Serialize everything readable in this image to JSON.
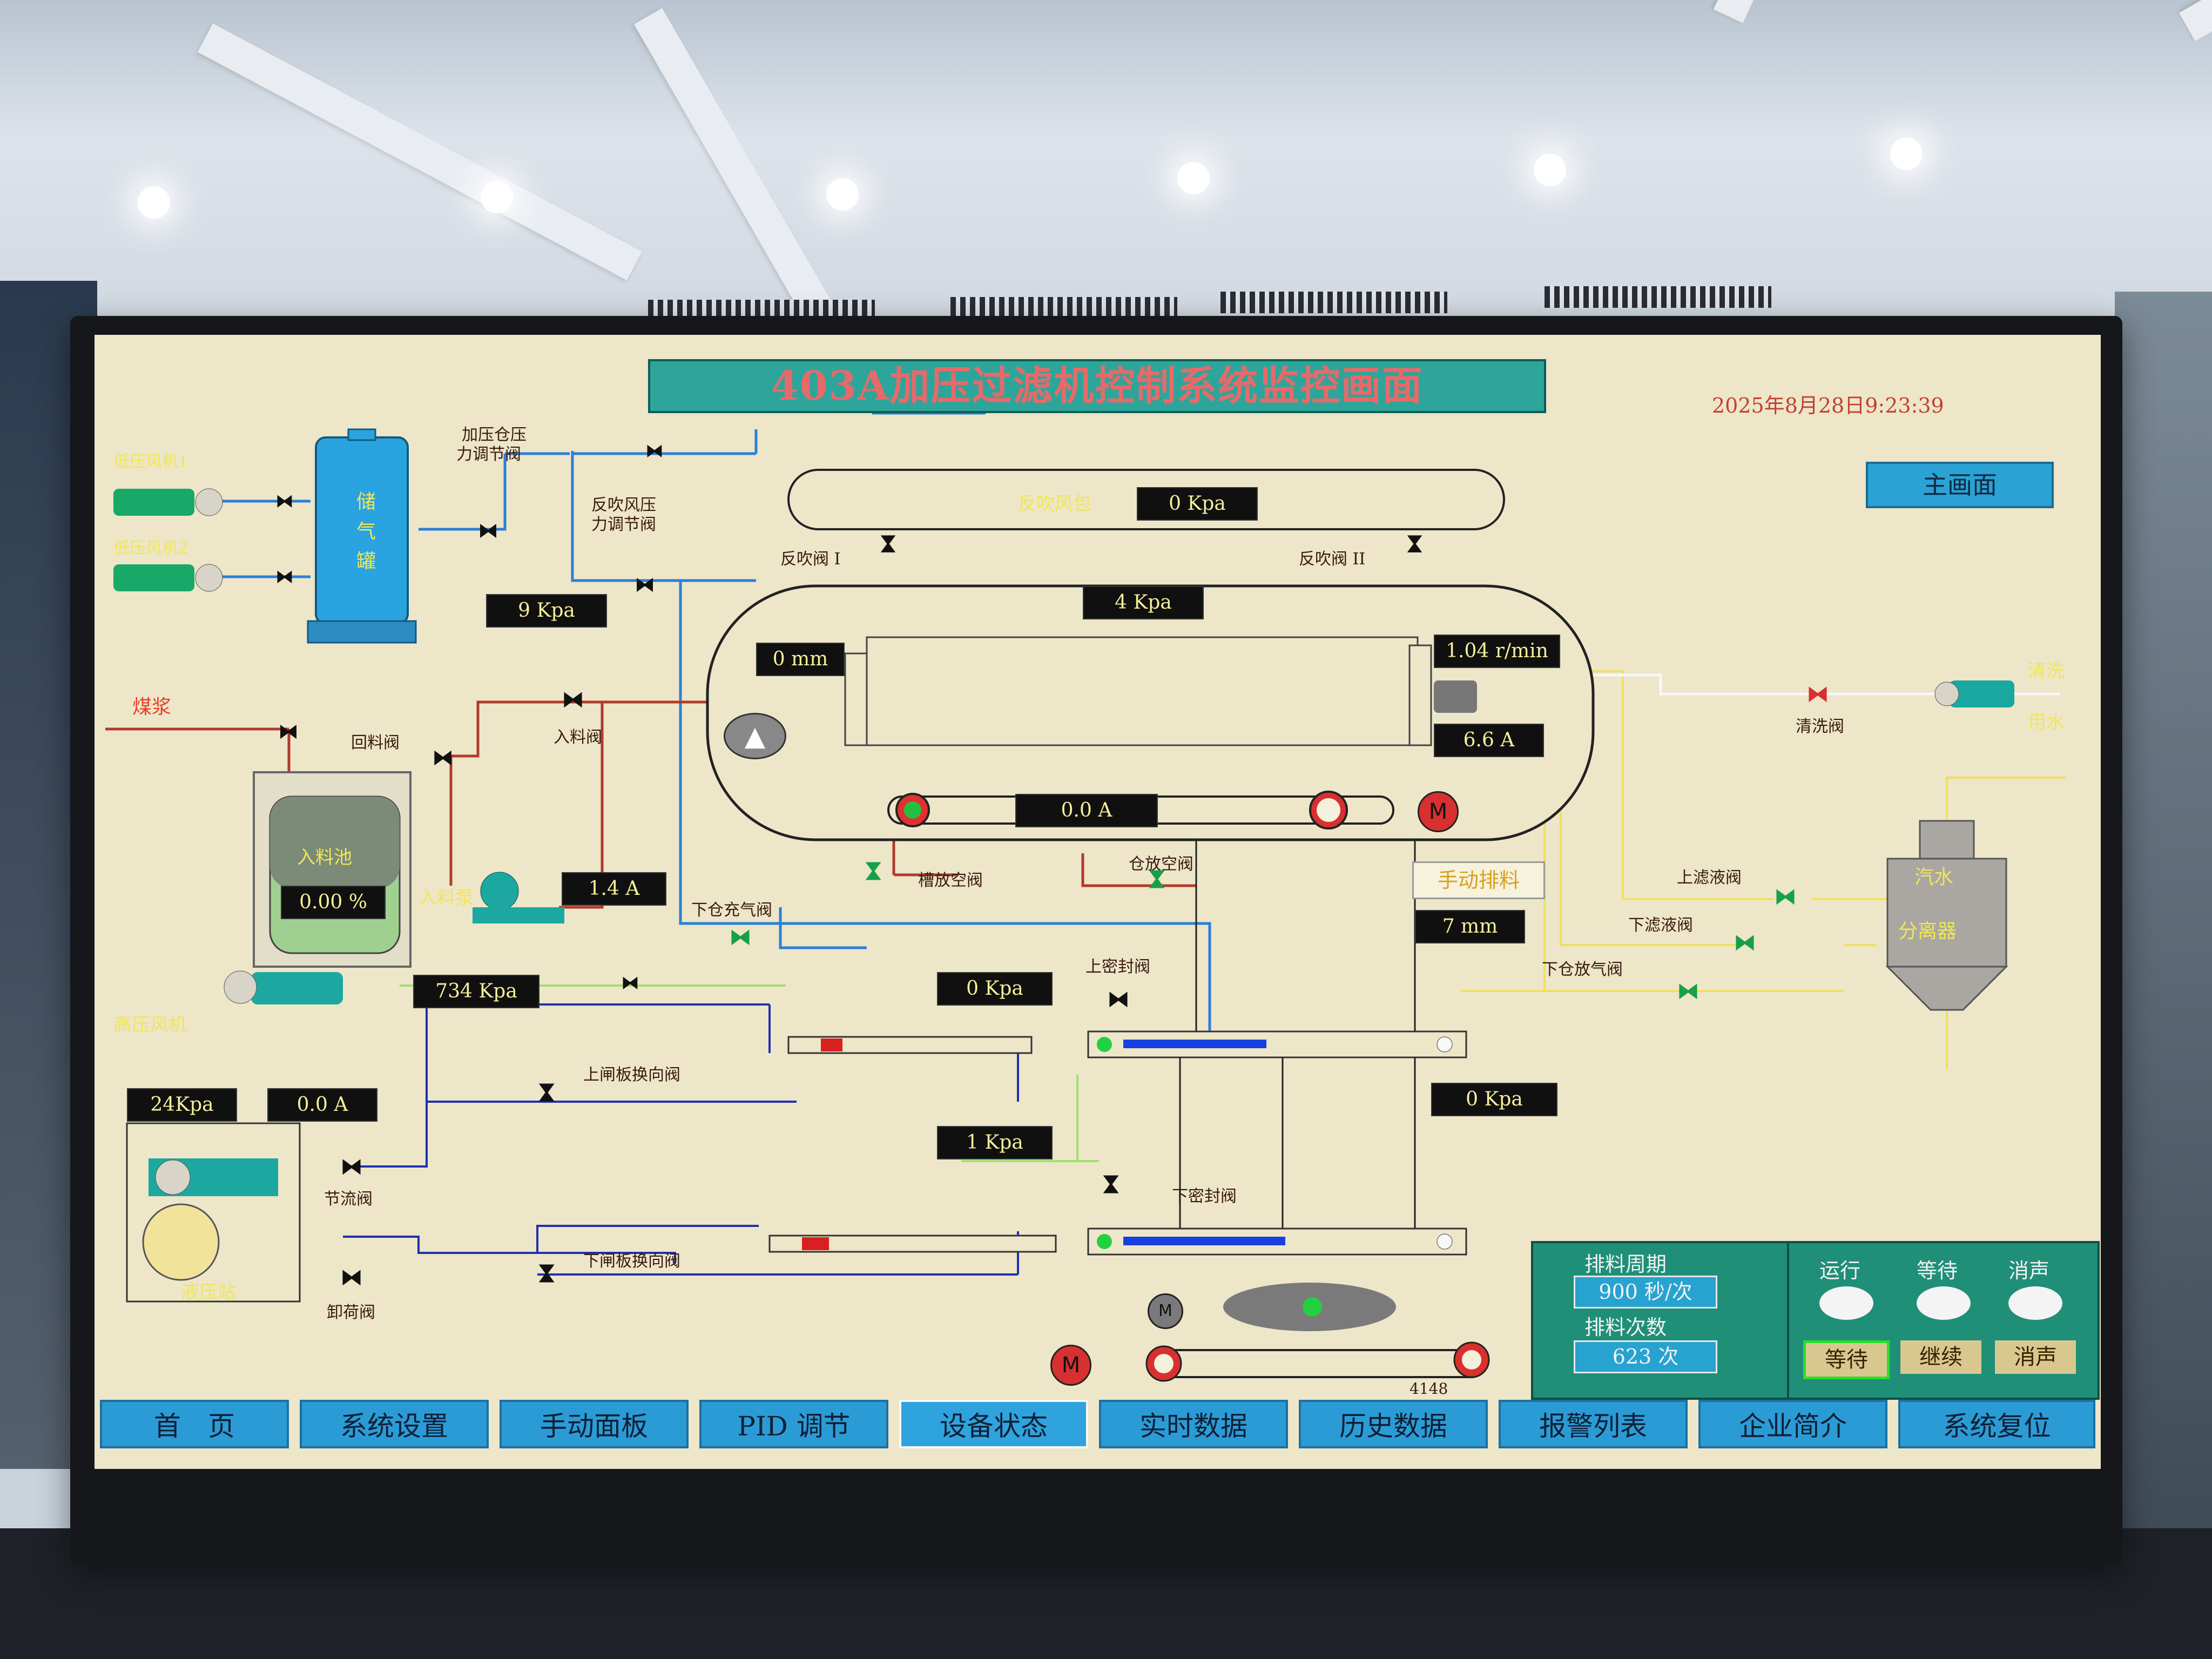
{
  "title": "403A加压过滤机控制系统监控画面",
  "datetime": "2025年8月28日9:23:39",
  "main_button": "主画面",
  "labels": {
    "fan1": "低压风机1",
    "fan2": "低压风机2",
    "tank": "储气罐",
    "tank_c1": "储",
    "tank_c2": "气",
    "tank_c3": "罐",
    "pressure_valve": "加压仓压力调节阀",
    "pressure_valve_l1": "加压仓压",
    "pressure_valve_l2": "力调节阀",
    "blow_valve_l1": "反吹风压",
    "blow_valve_l2": "力调节阀",
    "blow_tank": "反吹风包",
    "blow_valve1": "反吹阀 I",
    "blow_valve2": "反吹阀 II",
    "slurry": "煤浆",
    "return_valve": "回料阀",
    "inlet_valve": "入料阀",
    "inlet_pool": "入料池",
    "inlet_pump": "入料泵",
    "slot_drain": "槽放空阀",
    "bin_drain": "仓放空阀",
    "lower_fill": "下仓充气阀",
    "manual_discharge": "手动排料",
    "hp_fan": "高压风机",
    "upper_seal": "上密封阀",
    "upper_gate": "上闸板换向阀",
    "lower_gate": "下闸板换向阀",
    "lower_seal": "下密封阀",
    "throttle": "节流阀",
    "unload": "卸荷阀",
    "hydraulic": "液压站",
    "clean_valve": "清洗阀",
    "clean_water_1": "清洗",
    "clean_water_2": "用水",
    "upper_filtrate": "上滤液阀",
    "lower_filtrate": "下滤液阀",
    "lower_bin_drain": "下仓放气阀",
    "separator_1": "汽水",
    "separator_2": "分离器",
    "counter": "4148"
  },
  "readings": {
    "blow_tank": "0 Kpa",
    "tank_pressure": "9 Kpa",
    "chamber_pressure": "4 Kpa",
    "level": "0 mm",
    "speed": "1.04 r/min",
    "motor_current": "6.6 A",
    "belt_current": "0.0 A",
    "pump_current": "1.4 A",
    "pool_level": "0.00 %",
    "discharge_level": "7 mm",
    "hp_fan_pressure": "734 Kpa",
    "upper_lock": "0 Kpa",
    "lower_lock": "1 Kpa",
    "right_lock": "0 Kpa",
    "hyd_pressure": "24Kpa",
    "hyd_current": "0.0 A"
  },
  "panel": {
    "cycle_label": "排料周期",
    "cycle_value": "900 秒/次",
    "count_label": "排料次数",
    "count_value": "623 次",
    "run_label": "运行",
    "wait_label": "等待",
    "mute_label": "消声",
    "wait_button": "等待",
    "continue_button": "继续",
    "mute_button": "消声"
  },
  "nav": [
    {
      "label": "首　页"
    },
    {
      "label": "系统设置"
    },
    {
      "label": "手动面板"
    },
    {
      "label": "PID 调节"
    },
    {
      "label": "设备状态"
    },
    {
      "label": "实时数据"
    },
    {
      "label": "历史数据"
    },
    {
      "label": "报警列表"
    },
    {
      "label": "企业简介"
    },
    {
      "label": "系统复位"
    }
  ],
  "colors": {
    "screen_bg": "#ede6c9",
    "title_bg": "#2ea59a",
    "title_text": "#e66a6a",
    "nav_bg": "#2b9bd6",
    "air_pipe": "#2a7fd9",
    "slurry_pipe": "#b13a2a",
    "filtrate_pipe": "#f0e060",
    "hydraulic_pipe": "#2030b0",
    "valve_green": "#18a048",
    "valve_red": "#d83030"
  }
}
